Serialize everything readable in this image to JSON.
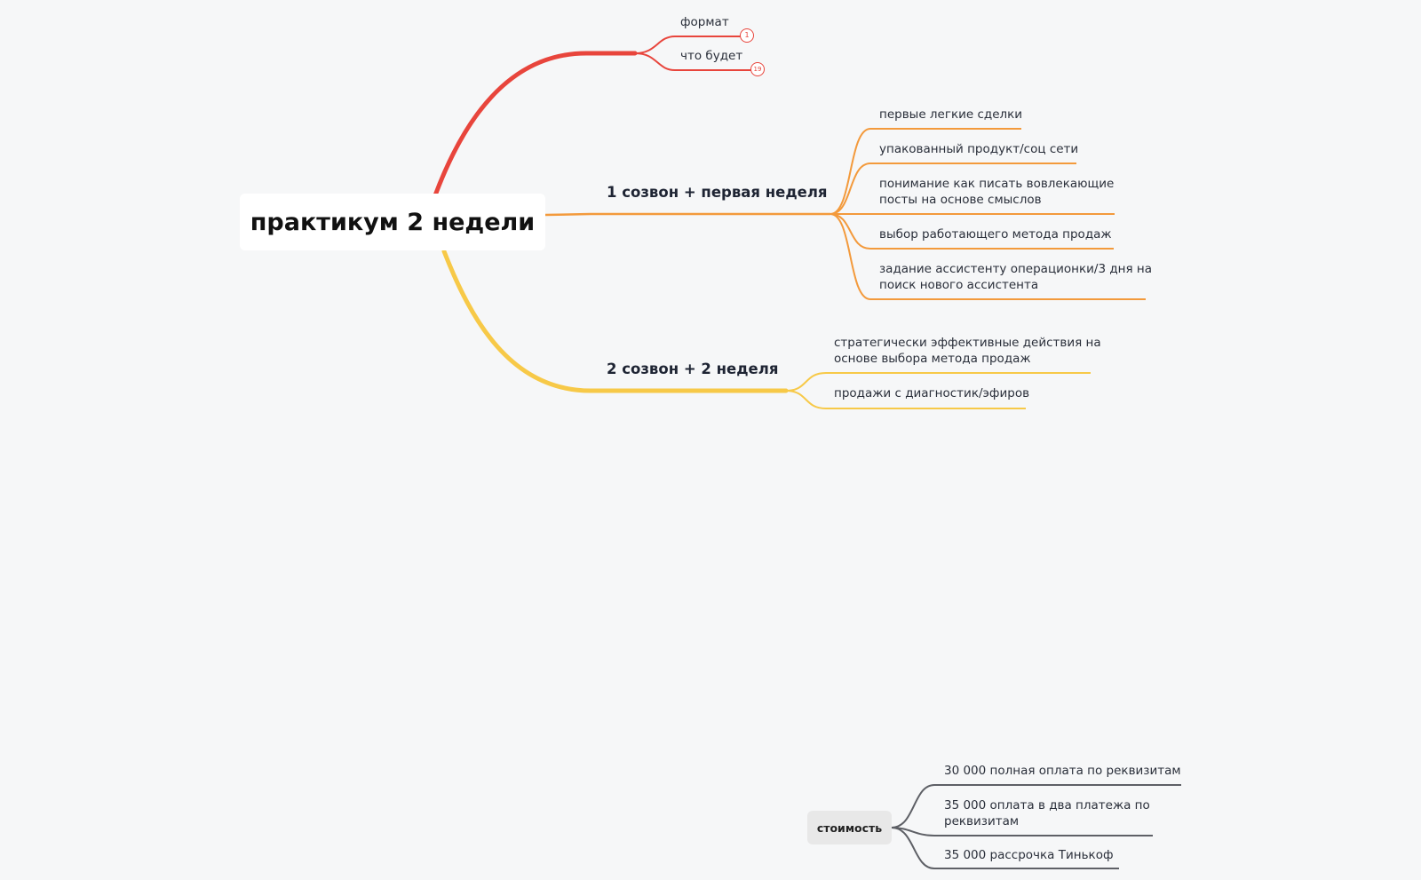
{
  "root": {
    "title": "практикум 2 недели"
  },
  "colors": {
    "red": "#e8453c",
    "orange": "#f39a3c",
    "yellow": "#f7c948",
    "gray": "#5e6066"
  },
  "branches": [
    {
      "label": "",
      "children": [
        {
          "label": "формат",
          "badge": "1"
        },
        {
          "label": "что будет",
          "badge": "19"
        }
      ]
    },
    {
      "label": "1 созвон + первая неделя",
      "children": [
        {
          "label": "первые легкие сделки"
        },
        {
          "label": "упакованный продукт/соц сети"
        },
        {
          "label": "понимание как писать вовлекающие\nпосты на основе  смыслов"
        },
        {
          "label": "выбор работающего метода продаж"
        },
        {
          "label": "задание ассистенту операционки/3 дня на\nпоиск нового ассистента"
        }
      ]
    },
    {
      "label": "2 созвон + 2 неделя",
      "children": [
        {
          "label": "стратегически эффективные действия на\nоснове выбора метода продаж"
        },
        {
          "label": "продажи с диагностик/эфиров"
        }
      ]
    }
  ],
  "floating_topic": {
    "label": "стоимость",
    "children": [
      {
        "label": "30 000 полная оплата по реквизитам"
      },
      {
        "label": "35 000  оплата в два платежа по\nреквизитам"
      },
      {
        "label": "35 000 рассрочка Тинькоф"
      }
    ]
  }
}
